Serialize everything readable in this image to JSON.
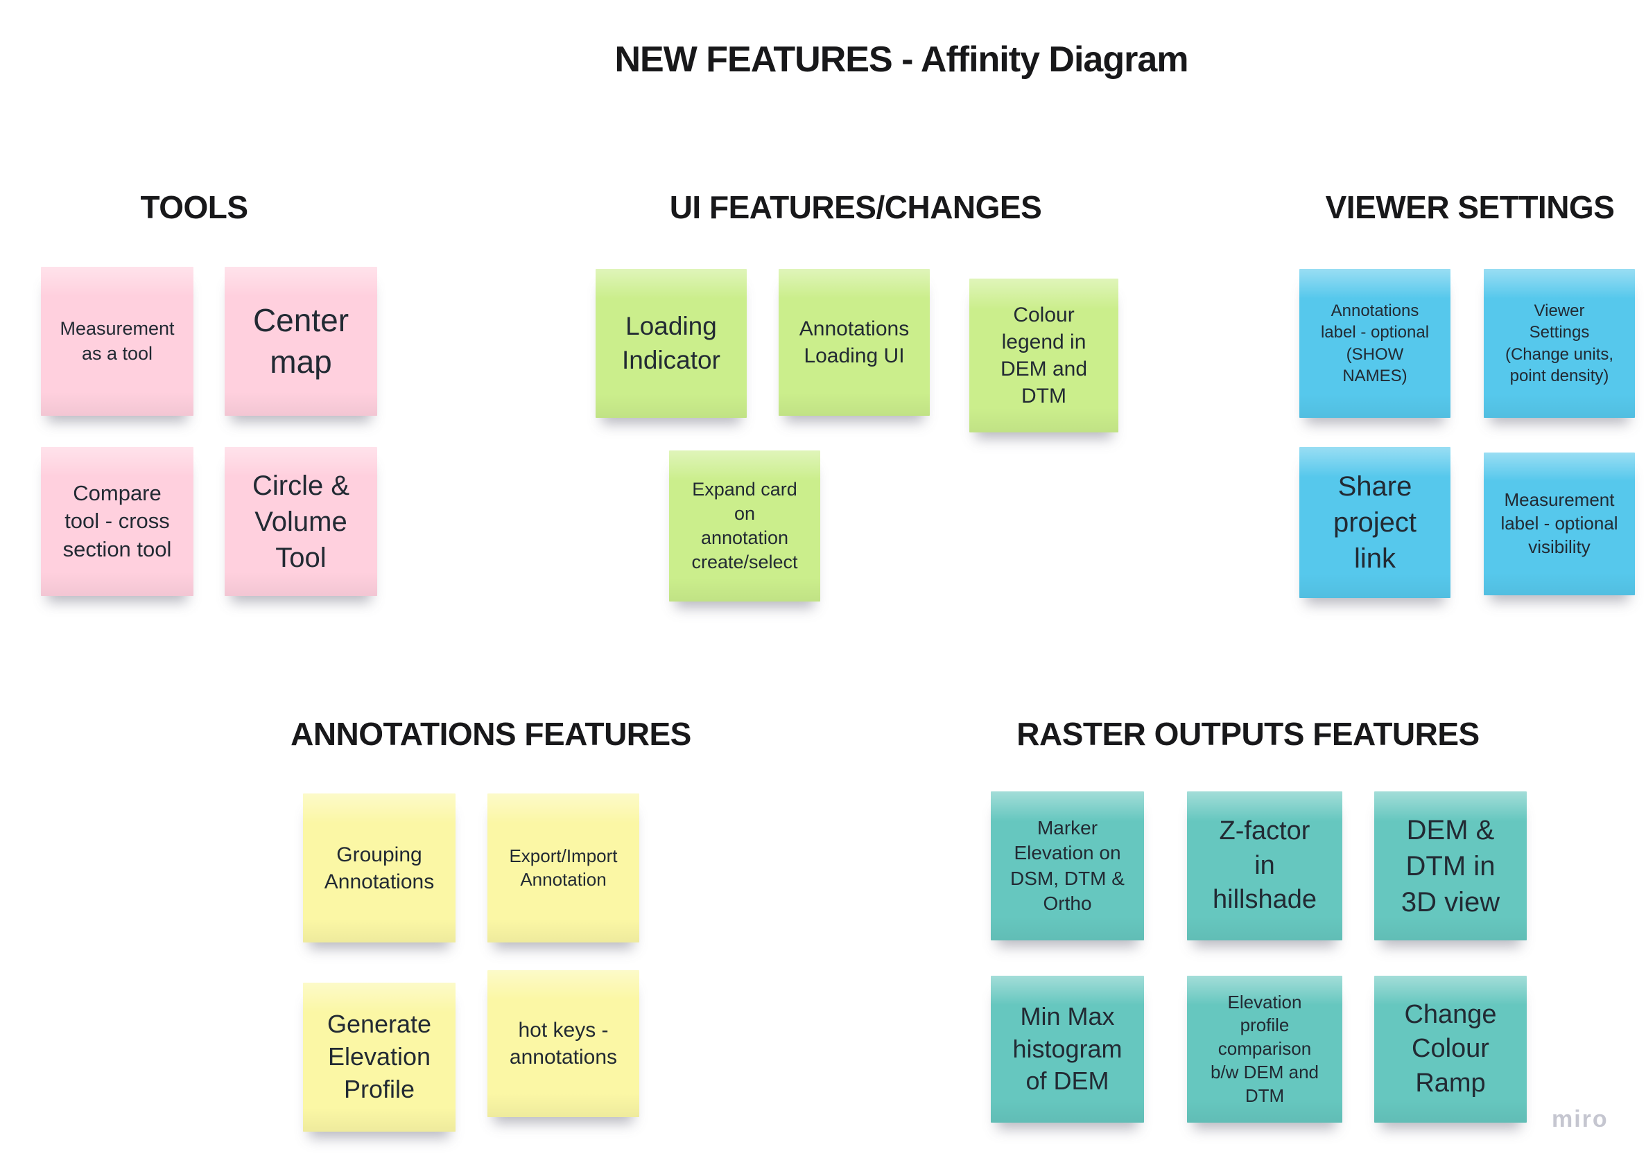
{
  "board": {
    "title": "NEW FEATURES - Affinity Diagram",
    "watermark": "miro"
  },
  "colors": {
    "pink": "#FFD0DE",
    "green": "#CBEE8C",
    "blue": "#56C8EC",
    "yellow": "#FBF7A5",
    "teal": "#66C7BF",
    "heading": "#18181A",
    "note_text": "#222A33",
    "watermark": "#C5C6D0",
    "background": "#FFFFFF"
  },
  "groups": [
    {
      "name": "TOOLS",
      "color": "#FFD0DE",
      "notes": [
        {
          "text": "Measurement\nas a tool"
        },
        {
          "text": "Center\nmap"
        },
        {
          "text": "Compare\ntool - cross\nsection tool"
        },
        {
          "text": "Circle &\nVolume\nTool"
        }
      ]
    },
    {
      "name": "UI FEATURES/CHANGES",
      "color": "#CBEE8C",
      "notes": [
        {
          "text": "Loading\nIndicator"
        },
        {
          "text": "Annotations\nLoading UI"
        },
        {
          "text": "Colour\nlegend in\nDEM and\nDTM"
        },
        {
          "text": "Expand card\non\nannotation\ncreate/select"
        }
      ]
    },
    {
      "name": "VIEWER SETTINGS",
      "color": "#56C8EC",
      "notes": [
        {
          "text": "Annotations\nlabel - optional\n(SHOW\nNAMES)"
        },
        {
          "text": "Viewer\nSettings\n(Change units,\npoint density)"
        },
        {
          "text": "Share\nproject\nlink"
        },
        {
          "text": "Measurement\nlabel - optional\nvisibility"
        }
      ]
    },
    {
      "name": "ANNOTATIONS FEATURES",
      "color": "#FBF7A5",
      "notes": [
        {
          "text": "Grouping\nAnnotations"
        },
        {
          "text": "Export/Import\nAnnotation"
        },
        {
          "text": "Generate\nElevation\nProfile"
        },
        {
          "text": "hot keys -\nannotations"
        }
      ]
    },
    {
      "name": "RASTER OUTPUTS FEATURES",
      "color": "#66C7BF",
      "notes": [
        {
          "text": "Marker\nElevation on\nDSM, DTM &\nOrtho"
        },
        {
          "text": "Z-factor\nin\nhillshade"
        },
        {
          "text": "DEM &\nDTM in\n3D view"
        },
        {
          "text": "Min Max\nhistogram\nof DEM"
        },
        {
          "text": "Elevation\nprofile\ncomparison\nb/w DEM and\nDTM"
        },
        {
          "text": "Change\nColour\nRamp"
        }
      ]
    }
  ]
}
